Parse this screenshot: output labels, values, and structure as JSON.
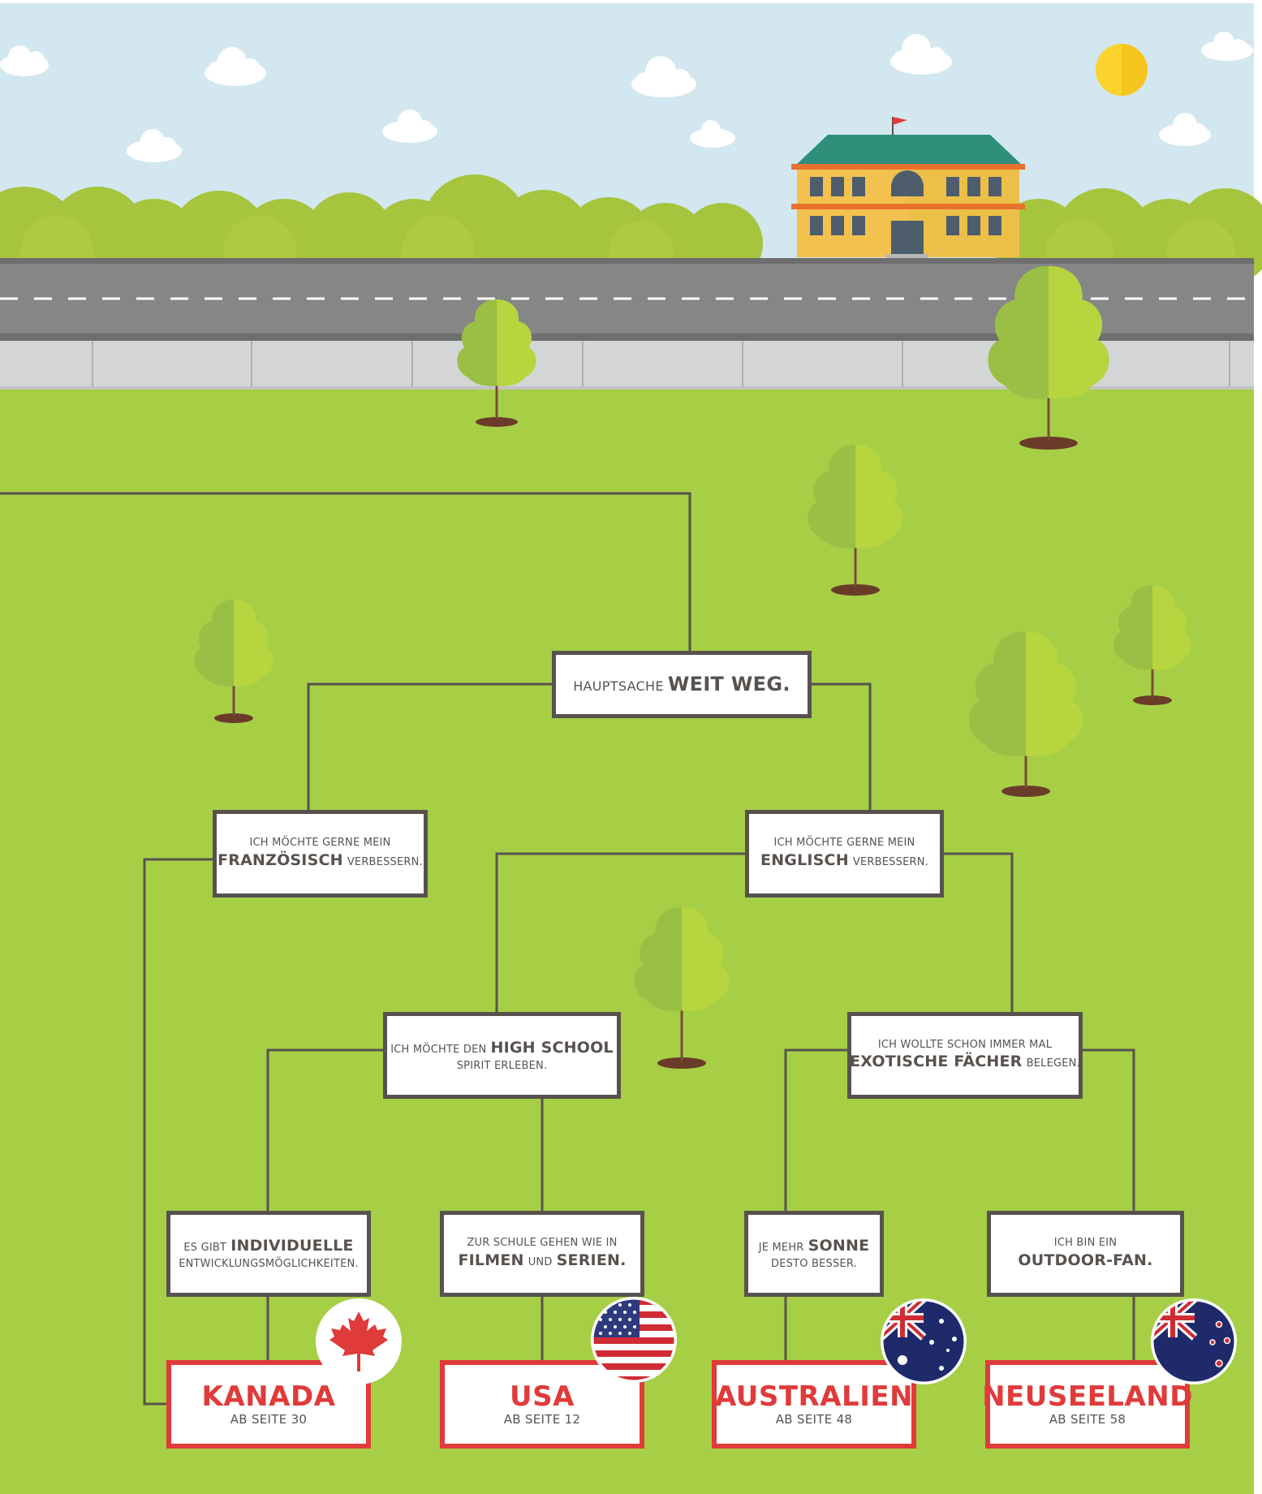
{
  "colors": {
    "sky": "#d2e7ef",
    "grass": "#a6cf46",
    "bushes": "#a6c43d",
    "road": "#868686",
    "sidewalk": "#d4d5d7",
    "line": "#58524f",
    "result_red": "#e03a3a",
    "building": "#f2c14e",
    "roof": "#2f8f7a",
    "sun": "#fcd22c",
    "tree_light": "#b7d53f",
    "tree_dark": "#99bf45",
    "trunk": "#7a4a3a"
  },
  "flowchart": {
    "root": {
      "pre": "HAUPTSACHE",
      "bold": "WEIT WEG."
    },
    "french": {
      "line1": "ICH MÖCHTE GERNE MEIN",
      "bold": "FRANZÖSISCH",
      "post": "VERBESSERN."
    },
    "english": {
      "line1": "ICH MÖCHTE GERNE MEIN",
      "bold": "ENGLISCH",
      "post": "VERBESSERN."
    },
    "highschool": {
      "pre": "ICH MÖCHTE DEN",
      "bold": "HIGH SCHOOL",
      "line2": "SPIRIT ERLEBEN."
    },
    "exotic": {
      "line1": "ICH WOLLTE SCHON IMMER MAL",
      "bold": "EXOTISCHE FÄCHER",
      "post": "BELEGEN."
    },
    "individual": {
      "pre": "ES GIBT",
      "bold": "INDIVIDUELLE",
      "line2": "ENTWICKLUNGSMÖGLICHKEITEN."
    },
    "films": {
      "line1": "ZUR SCHULE GEHEN WIE IN",
      "bold1": "FILMEN",
      "mid": "UND",
      "bold2": "SERIEN."
    },
    "sun": {
      "pre": "JE MEHR",
      "bold": "SONNE",
      "line2": "DESTO BESSER."
    },
    "outdoor": {
      "line1": "ICH BIN EIN",
      "bold": "OUTDOOR-FAN."
    }
  },
  "results": [
    {
      "name": "KANADA",
      "page": "AB SEITE 30",
      "flag": "canada-flag-icon"
    },
    {
      "name": "USA",
      "page": "AB SEITE 12",
      "flag": "usa-flag-icon"
    },
    {
      "name": "AUSTRALIEN",
      "page": "AB SEITE 48",
      "flag": "australia-flag-icon"
    },
    {
      "name": "NEUSEELAND",
      "page": "AB SEITE 58",
      "flag": "new-zealand-flag-icon"
    }
  ]
}
